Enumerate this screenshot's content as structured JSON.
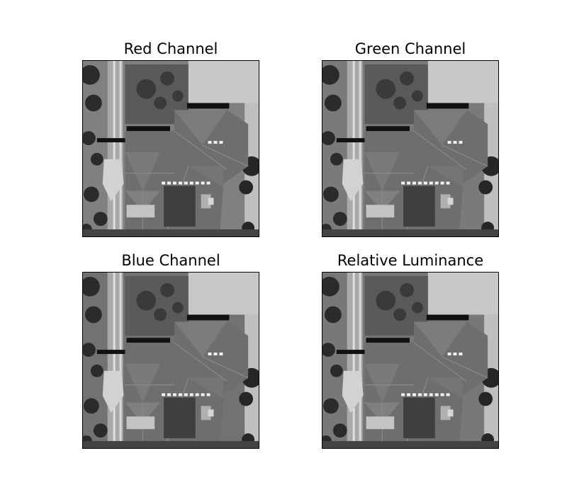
{
  "figure": {
    "panels": [
      {
        "title": "Red Channel",
        "tone": "#808080"
      },
      {
        "title": "Green Channel",
        "tone": "#7a7a7a"
      },
      {
        "title": "Blue Channel",
        "tone": "#727272"
      },
      {
        "title": "Relative Luminance",
        "tone": "#787878"
      }
    ]
  },
  "image": {
    "description_colors": {
      "background": "#ffffff",
      "roof": "#6f6f6f",
      "driveway": "#bdbdbd",
      "trees": "#2a2a2a",
      "shadow": "#0e0e0e"
    }
  }
}
